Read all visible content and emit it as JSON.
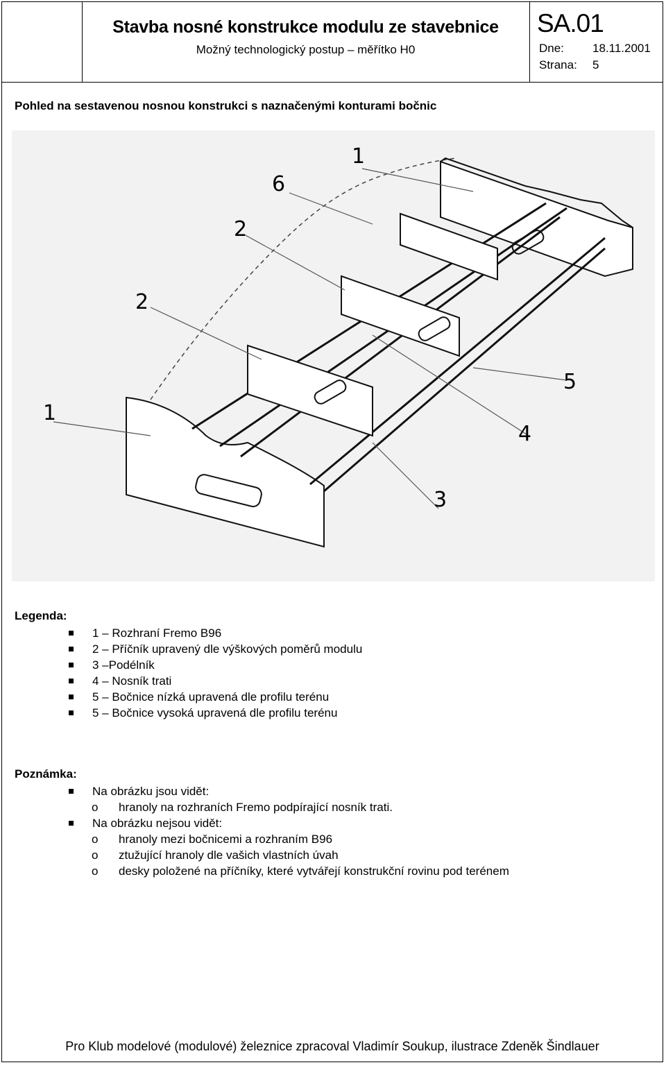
{
  "header": {
    "title": "Stavba nosné konstrukce modulu ze stavebnice",
    "subtitle": "Možný technologický postup – měřítko H0",
    "doc_code": "SA.01",
    "date_label": "Dne:",
    "date_value": "18.11.2001",
    "page_label": "Strana:",
    "page_value": "5"
  },
  "section_title": "Pohled na sestavenou nosnou konstrukci s naznačenými konturami bočnic",
  "drawing": {
    "callouts": [
      "1",
      "6",
      "2",
      "2",
      "1",
      "5",
      "4",
      "3"
    ]
  },
  "legend": {
    "heading": "Legenda:",
    "items": [
      "1 – Rozhraní Fremo B96",
      "2 – Příčník upravený dle výškových poměrů modulu",
      "3 –Podélník",
      "4 – Nosník trati",
      "5 – Bočnice nízká upravená dle profilu terénu",
      "5 – Bočnice vysoká  upravená dle profilu terénu"
    ]
  },
  "note": {
    "heading": "Poznámka:",
    "visible_label": "Na obrázku jsou vidět:",
    "visible_items": [
      "hranoly na rozhraních Fremo podpírající nosník trati."
    ],
    "hidden_label": "Na obrázku nejsou vidět:",
    "hidden_items": [
      "hranoly mezi bočnicemi a rozhraním B96",
      "ztužující hranoly dle vašich vlastních úvah",
      "desky položené na příčníky, které vytvářejí konstrukční rovinu pod terénem"
    ],
    "bullet_sub": "o"
  },
  "footer": "Pro Klub modelové (modulové) železnice zpracoval Vladimír Soukup, ilustrace Zdeněk Šindlauer"
}
